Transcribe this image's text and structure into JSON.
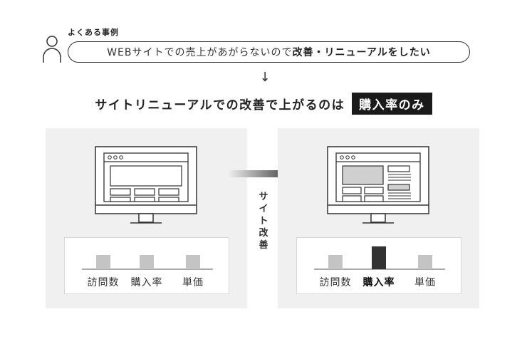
{
  "case": {
    "label": "よくある事例",
    "request_normal": "WEBサイトでの売上があがらないので",
    "request_bold": "改善・リニューアルをしたい"
  },
  "arrow_down": "↓",
  "headline": {
    "text": "サイトリニューアルでの改善で上がるのは",
    "highlight": "購入率のみ"
  },
  "transition": {
    "chars": [
      "サ",
      "イ",
      "ト",
      "改",
      "善"
    ]
  },
  "before": {
    "metrics": [
      {
        "label": "訪問数",
        "value": 1
      },
      {
        "label": "購入率",
        "value": 1
      },
      {
        "label": "単価",
        "value": 1
      }
    ]
  },
  "after": {
    "metrics": [
      {
        "label": "訪問数",
        "value": 1
      },
      {
        "label": "購入率",
        "value": 1.6
      },
      {
        "label": "単価",
        "value": 1
      }
    ]
  },
  "colors": {
    "bar_default": "#c4c4c4",
    "bar_highlight": "#333333",
    "panel": "#f0f0f0",
    "arrow_grad_start": "#f0f0f0",
    "arrow_grad_end": "#444444"
  },
  "icons": {
    "person": "person-icon",
    "monitor": "monitor-icon",
    "arrow": "arrow-right-icon"
  }
}
